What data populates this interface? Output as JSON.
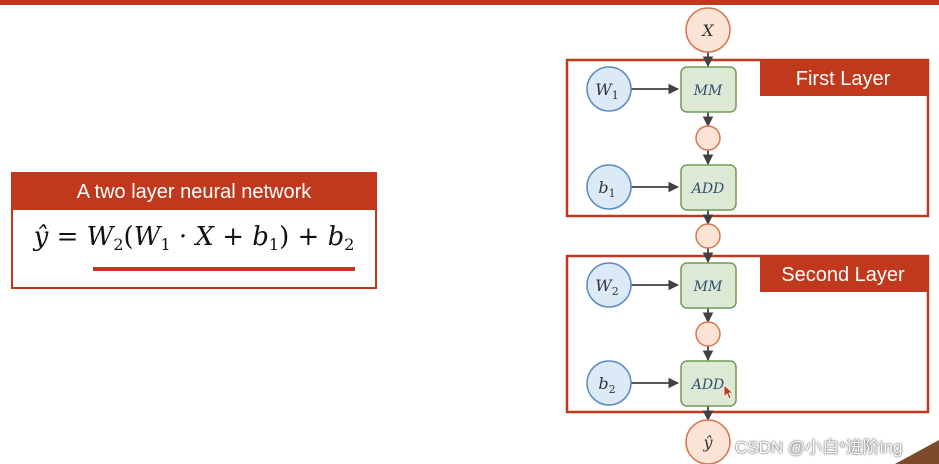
{
  "formula": {
    "title": "A two layer neural network",
    "lhs": "ŷ",
    "eq": "=",
    "w2": "W",
    "w2_sub": "2",
    "open": "(",
    "w1": "W",
    "w1_sub": "1",
    "dot_x": " · X + ",
    "b1": "b",
    "b1_sub": "1",
    "close_plus": ") + ",
    "b2": "b",
    "b2_sub": "2"
  },
  "diagram": {
    "input": {
      "label": "X"
    },
    "output": {
      "label": "ŷ"
    },
    "layers": [
      {
        "title": "First Layer",
        "weight": {
          "label": "W",
          "sub": "1"
        },
        "bias": {
          "label": "b",
          "sub": "1"
        },
        "op_mm": "MM",
        "op_add": "ADD"
      },
      {
        "title": "Second Layer",
        "weight": {
          "label": "W",
          "sub": "2"
        },
        "bias": {
          "label": "b",
          "sub": "2"
        },
        "op_mm": "MM",
        "op_add": "ADD"
      }
    ]
  },
  "watermark": "CSDN @小白*进阶ing",
  "colors": {
    "accent": "#c0391d",
    "io_node_fill": "#fbe3d6",
    "io_node_stroke": "#d9764f",
    "param_fill": "#dce9f7",
    "param_stroke": "#5b8bc4",
    "op_fill": "#dde9d4",
    "op_stroke": "#6e9b55"
  }
}
